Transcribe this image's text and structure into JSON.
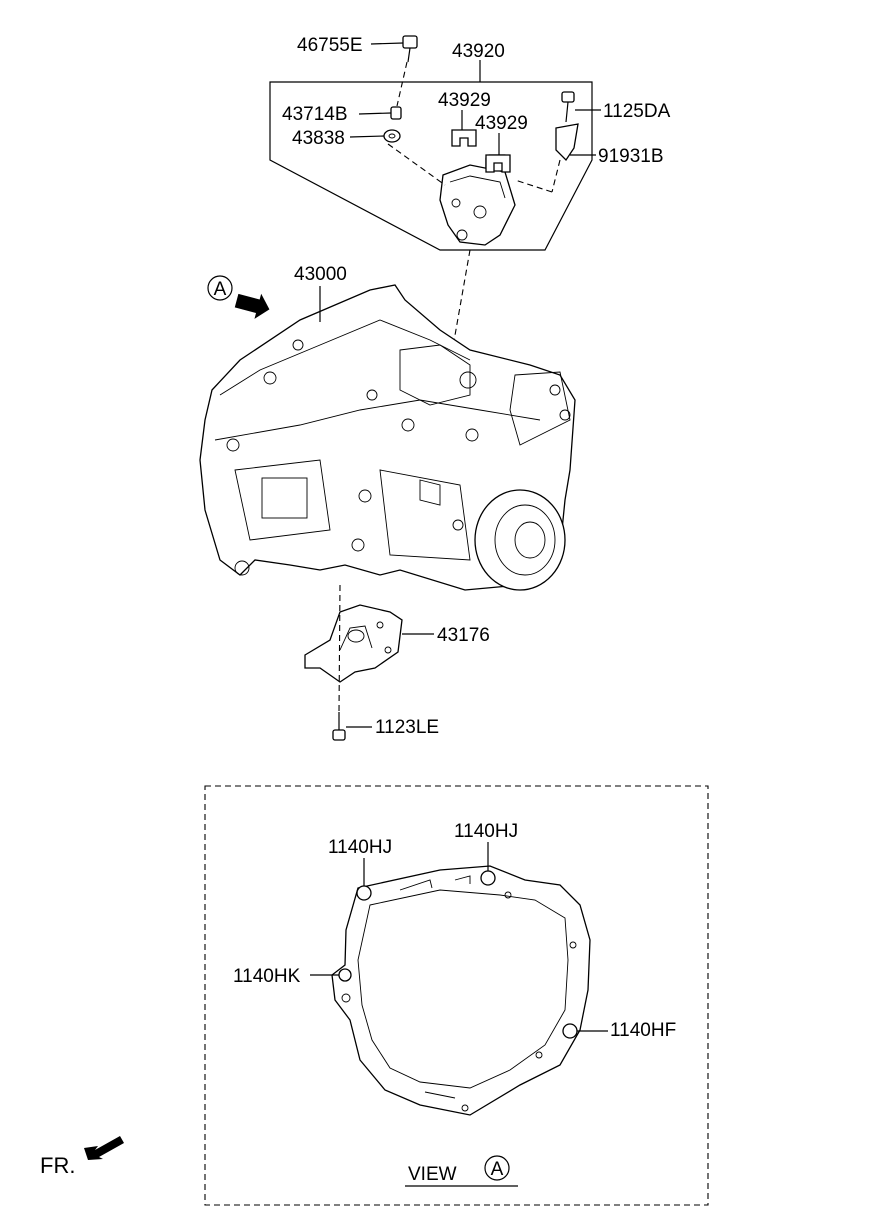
{
  "labels": {
    "p46755E": "46755E",
    "p43920": "43920",
    "p43714B": "43714B",
    "p43838": "43838",
    "p43929a": "43929",
    "p43929b": "43929",
    "p1125DA": "1125DA",
    "p91931B": "91931B",
    "p43000": "43000",
    "p43176": "43176",
    "p1123LE": "1123LE",
    "p1140HJa": "1140HJ",
    "p1140HJb": "1140HJ",
    "p1140HK": "1140HK",
    "p1140HF": "1140HF"
  },
  "markers": {
    "view_ref_top": "A",
    "view_ref_bottom": "A",
    "view_text": "VIEW",
    "front": "FR."
  },
  "icons": {
    "view_arrow": "arrow-right-icon",
    "front_arrow": "arrow-down-left-icon"
  },
  "colors": {
    "ink": "#000000",
    "background": "#ffffff"
  }
}
